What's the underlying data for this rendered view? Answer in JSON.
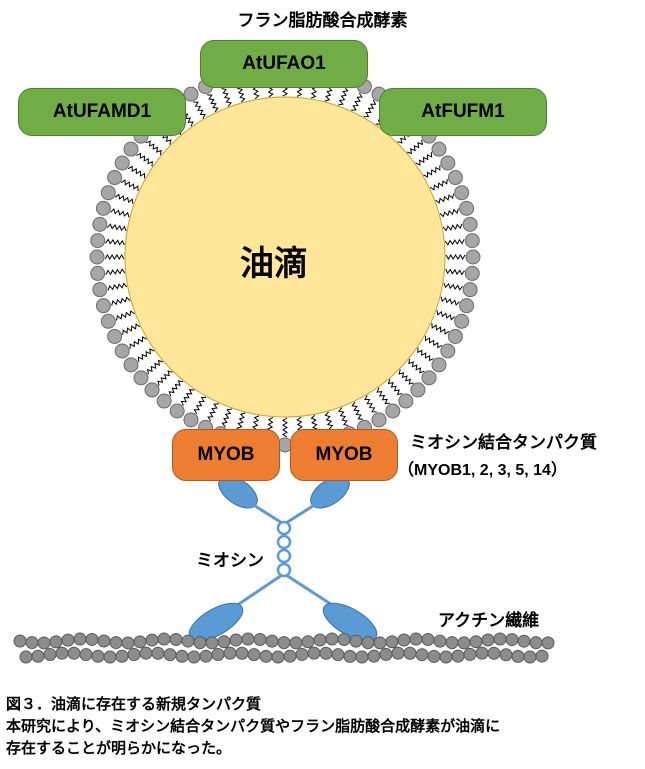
{
  "title": "フラン脂肪酸合成酵素",
  "enzymes": [
    "AtUFAMD1",
    "AtUFAO1",
    "AtFUFM1"
  ],
  "droplet_label": "油滴",
  "myob_boxes": [
    "MYOB",
    "MYOB"
  ],
  "myob_label": "ミオシン結合タンパク質",
  "myob_sub": "（MYOB1, 2, 3, 5, 14）",
  "myosin_label": "ミオシン",
  "actin_label": "アクチン繊維",
  "caption": {
    "line1": "図３．油滴に存在する新規タンパク質",
    "line2": "本研究により、ミオシン結合タンパク質やフラン脂肪酸合成酵素が油滴に",
    "line3": "存在することが明らかになった。"
  },
  "colors": {
    "droplet": "#ffe699",
    "enzyme": "#70ad47",
    "myob": "#ed7d31",
    "myosin": "#5b9bd5",
    "actin": "#8c8c8c"
  }
}
